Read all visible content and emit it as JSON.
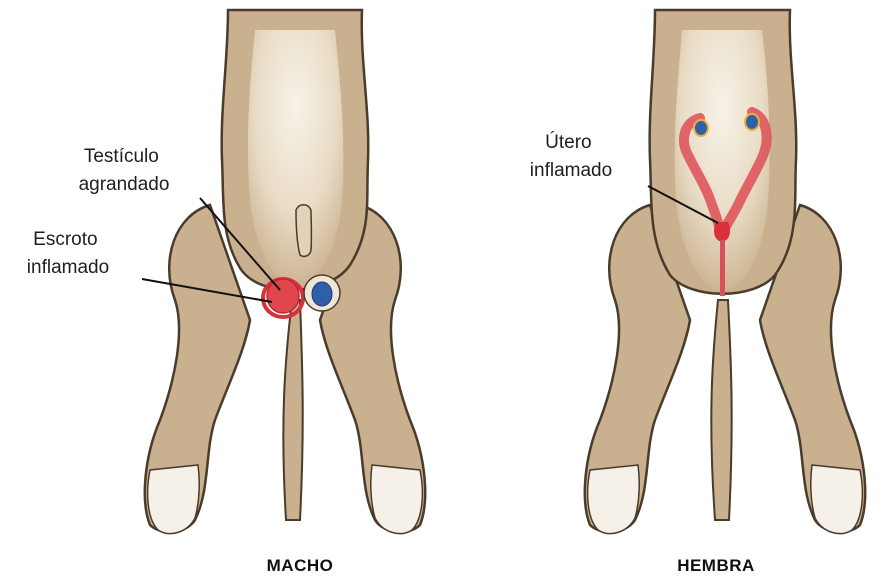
{
  "labels": {
    "testiculo_line1": "Testículo",
    "testiculo_line2": "agrandado",
    "escroto_line1": "Escroto",
    "escroto_line2": "inflamado",
    "utero_line1": "Útero",
    "utero_line2": "inflamado"
  },
  "captions": {
    "male": "MACHO",
    "female": "HEMBRA"
  },
  "colors": {
    "body": "#c9b08f",
    "belly": "#f1eadc",
    "outline": "#4a3b2c",
    "inflamed": "#d9303a",
    "uterus": "#de4e55",
    "blue": "#2f5faa"
  }
}
